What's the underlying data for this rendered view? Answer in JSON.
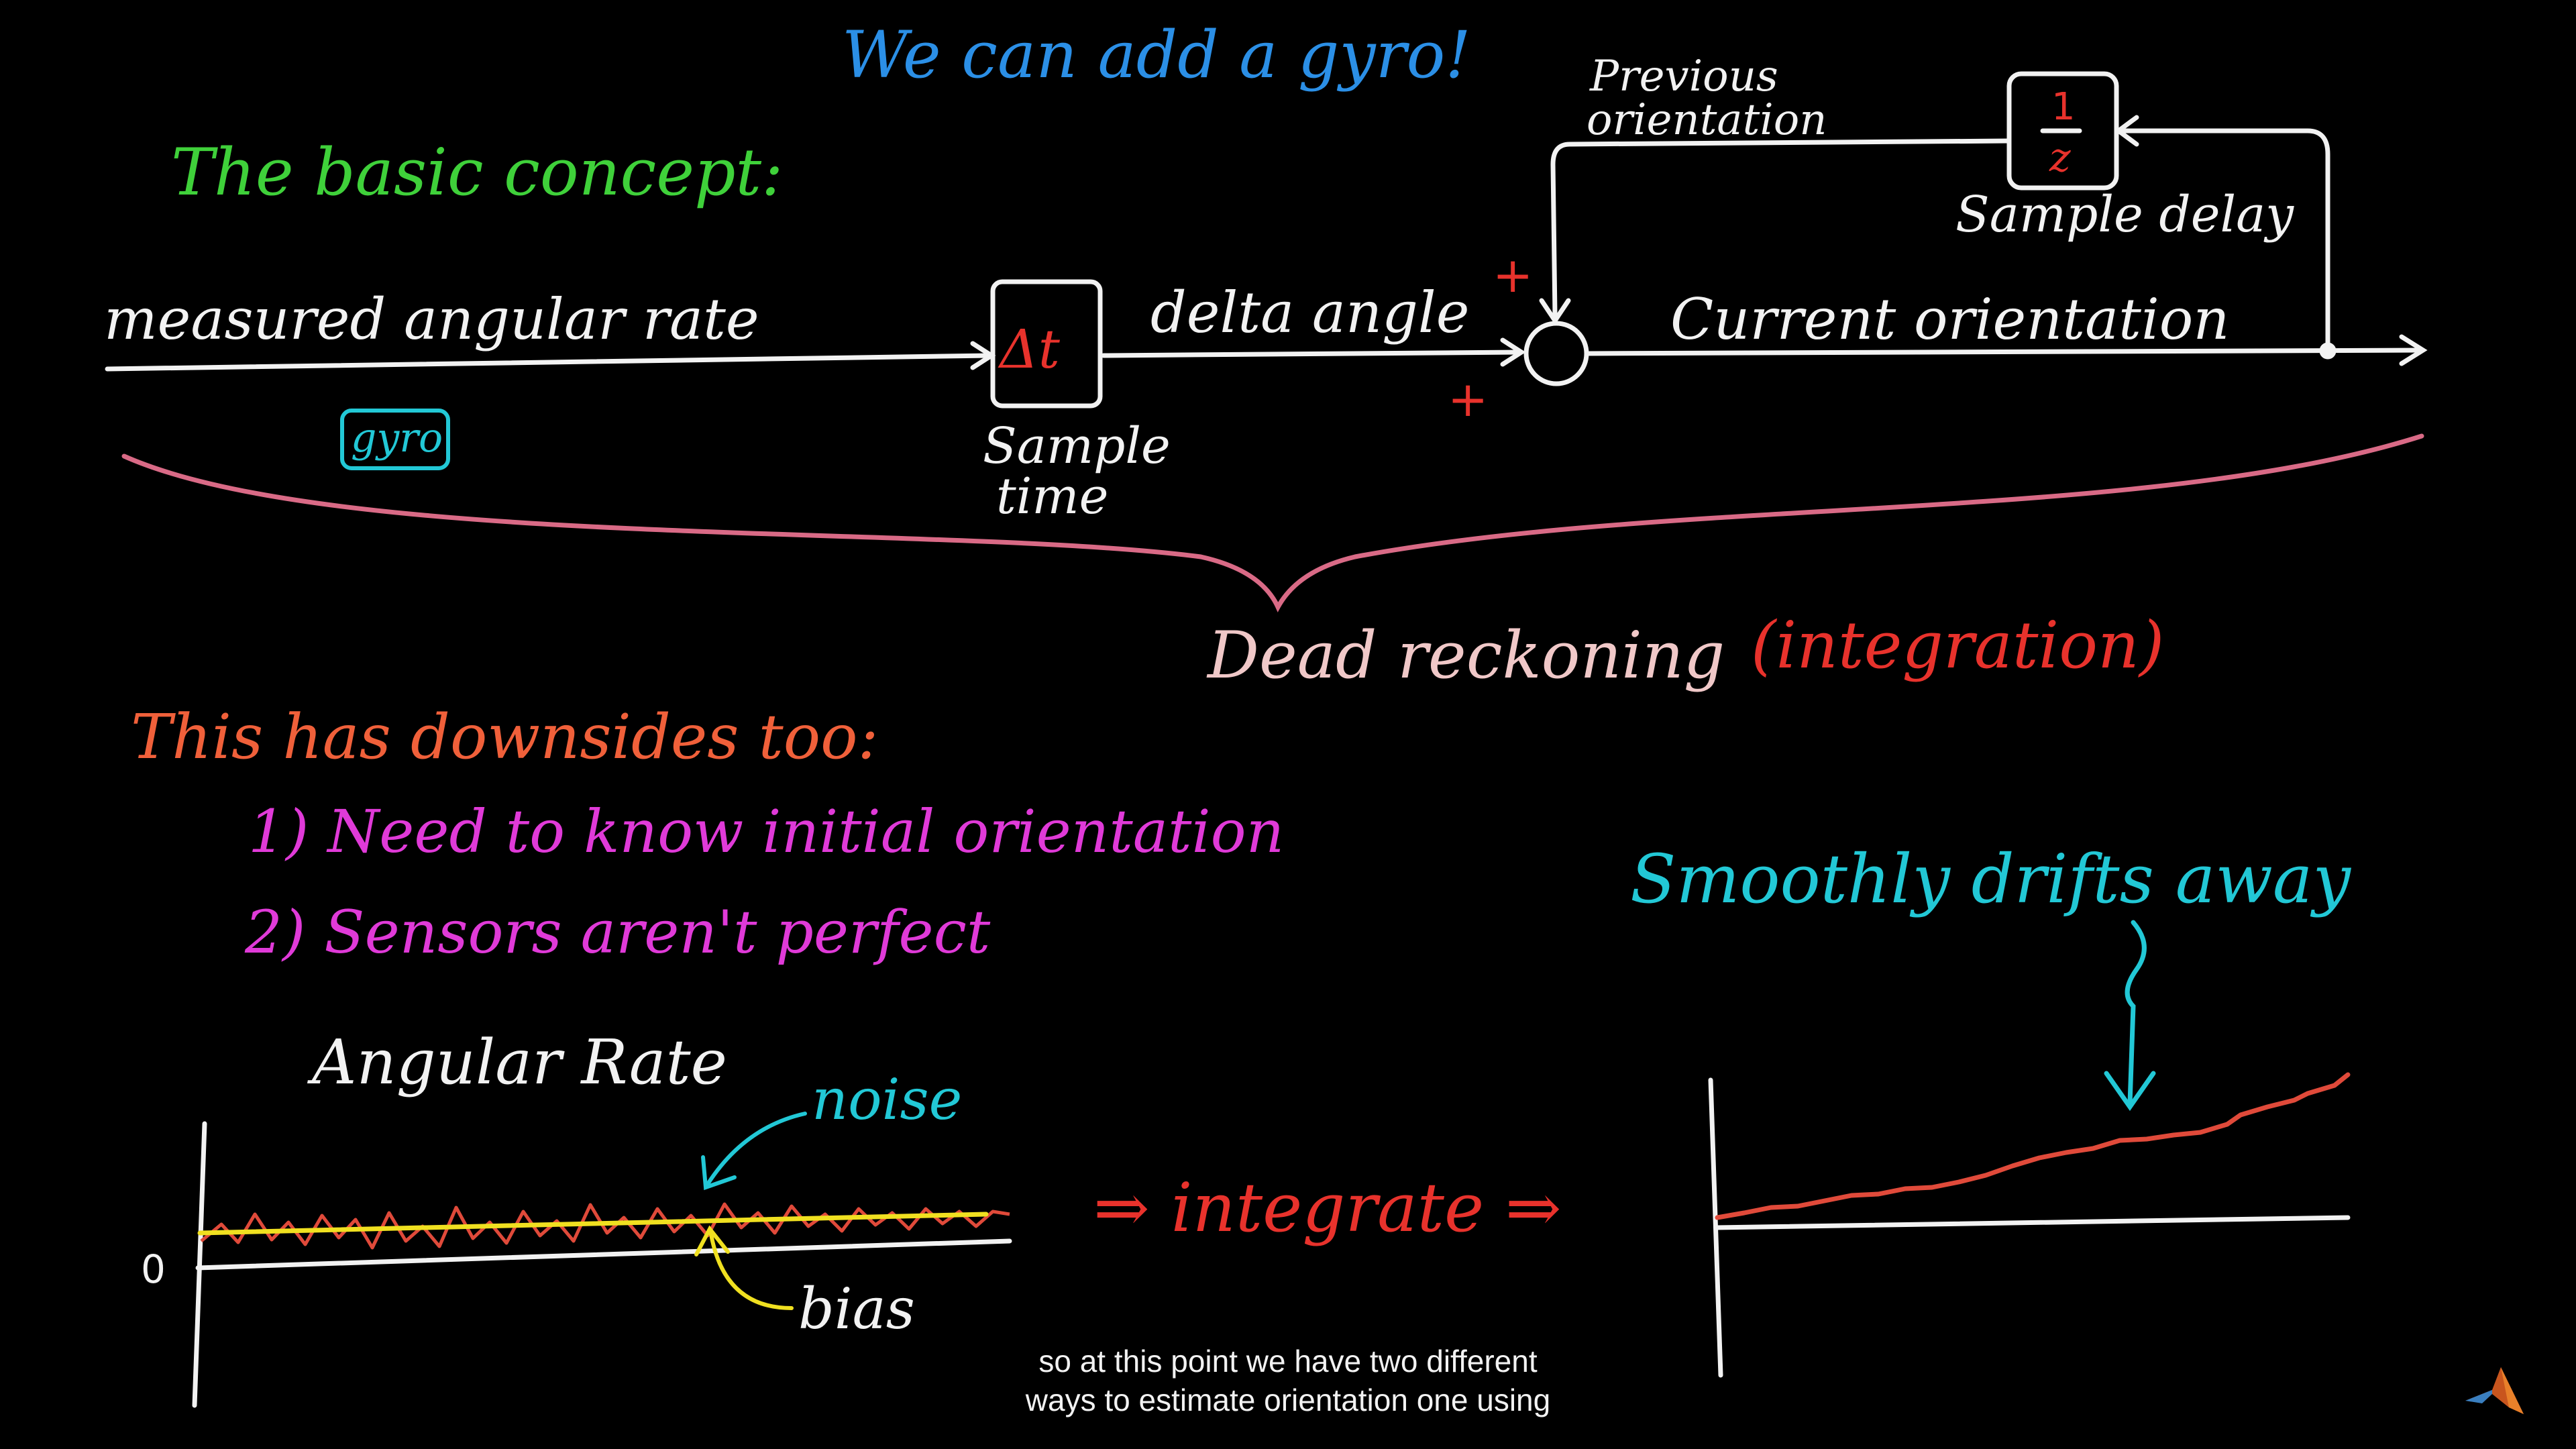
{
  "title": "We can add a gyro!",
  "concept_heading": "The basic concept:",
  "diagram": {
    "input_label": "measured angular rate",
    "gyro_tag": "gyro",
    "dt_block": "Δt",
    "dt_caption_1": "Sample",
    "dt_caption_2": "time",
    "delta_label": "delta angle",
    "plus_top": "+",
    "plus_bottom": "+",
    "output_label": "Current orientation",
    "feedback_label_1": "Previous",
    "feedback_label_2": "orientation",
    "delay_num": "1",
    "delay_den": "z",
    "delay_caption": "Sample delay",
    "brace_label": "Dead reckoning",
    "brace_label_paren": "(integration)"
  },
  "downsides": {
    "heading": "This has downsides too:",
    "item_1": "1) Need to know initial orientation",
    "item_2": "2) Sensors aren't perfect"
  },
  "left_plot": {
    "title": "Angular Rate",
    "zero_label": "0",
    "noise_label": "noise",
    "bias_label": "bias"
  },
  "integrate_label": "⇒ integrate ⇒",
  "right_plot": {
    "annotation": "Smoothly drifts away"
  },
  "subtitle": {
    "line_1": "so at this point we have two different",
    "line_2": "ways to estimate orientation one using"
  },
  "colors": {
    "title": "#2b8fe6",
    "heading_green": "#3fd13a",
    "white": "#f2f2f2",
    "red": "#e8322c",
    "cyan": "#22c8d6",
    "pink_brace": "#d96a86",
    "dead_reckoning": "#f0c8c8",
    "downsides_orange": "#f0603a",
    "magenta": "#e03ad8",
    "yellow": "#f0e020",
    "plot_red": "#e04a3a"
  }
}
